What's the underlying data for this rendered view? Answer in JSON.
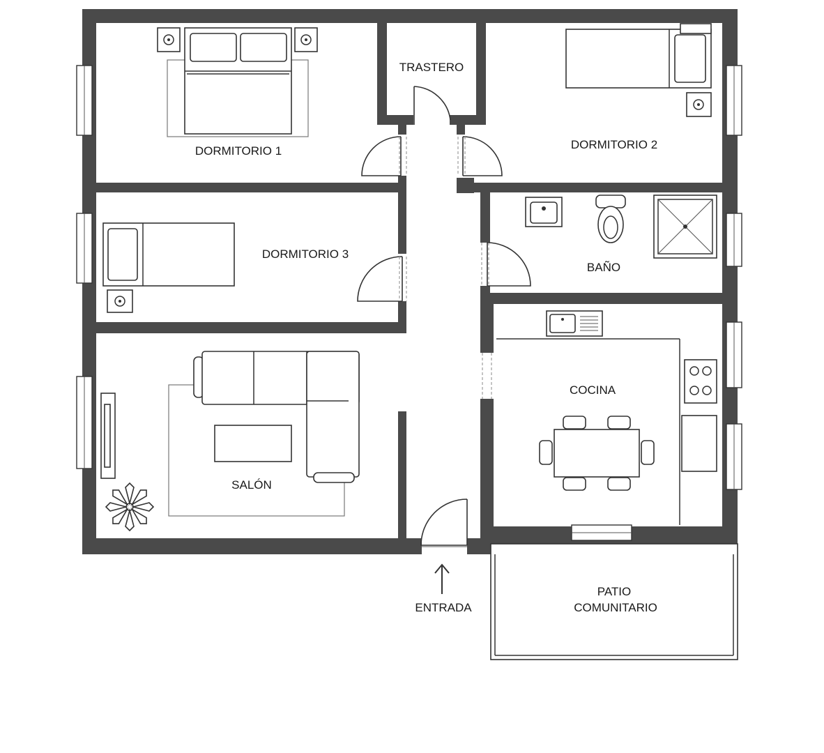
{
  "rooms": {
    "dormitorio_1": "DORMITORIO 1",
    "trastero": "TRASTERO",
    "dormitorio_2": "DORMITORIO 2",
    "dormitorio_3": "DORMITORIO 3",
    "bano": "BAÑO",
    "cocina": "COCINA",
    "salon": "SALÓN",
    "patio_line1": "PATIO",
    "patio_line2": "COMUNITARIO"
  },
  "entrance": {
    "label": "ENTRADA"
  },
  "colors": {
    "wall": "#4a4a4a",
    "line": "#333333"
  }
}
